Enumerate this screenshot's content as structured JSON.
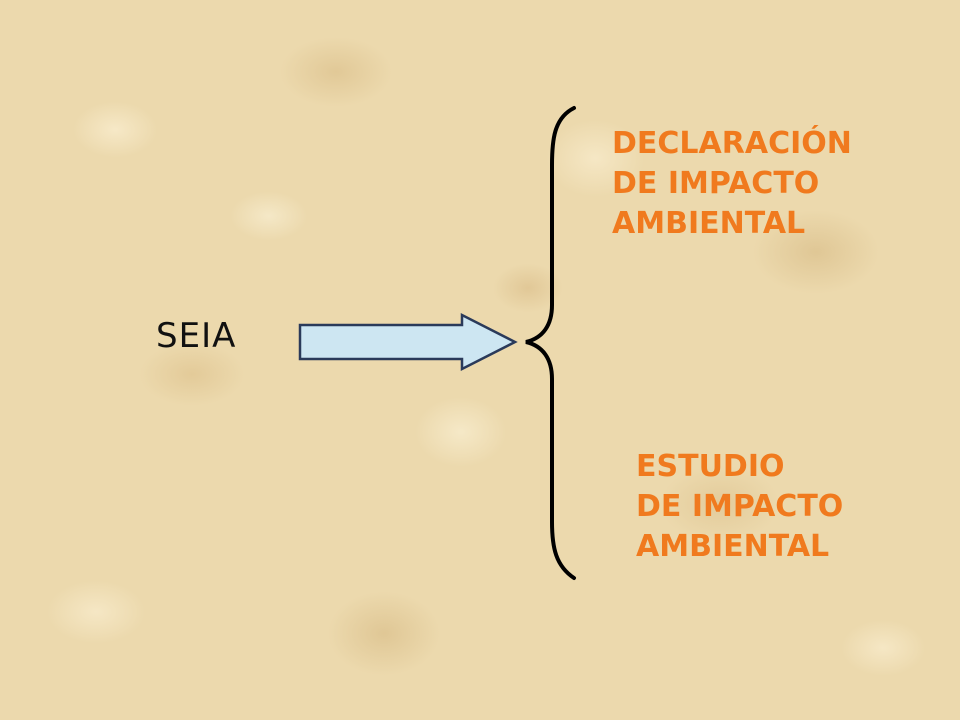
{
  "source": {
    "label": "SEIA"
  },
  "outcomes": [
    {
      "lines": [
        "DECLARACIÓN",
        "DE IMPACTO",
        "AMBIENTAL"
      ]
    },
    {
      "lines": [
        "ESTUDIO",
        "DE IMPACTO",
        "AMBIENTAL"
      ]
    }
  ],
  "colors": {
    "outcome_text": "#f07a1e",
    "source_text": "#111111",
    "arrow_fill": "#cde6f2",
    "arrow_stroke": "#2a3a5a",
    "brace_stroke": "#000000",
    "background": "#ecd9ad"
  }
}
